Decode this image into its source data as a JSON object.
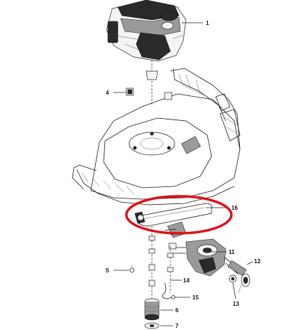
{
  "diagram": {
    "highlight_color": "#e0101a",
    "callouts": [
      {
        "id": "part-1",
        "label": "1"
      },
      {
        "id": "part-4",
        "label": "4"
      },
      {
        "id": "part-16",
        "label": "16"
      },
      {
        "id": "part-11",
        "label": "11"
      },
      {
        "id": "part-5",
        "label": "5"
      },
      {
        "id": "part-12",
        "label": "12"
      },
      {
        "id": "part-14",
        "label": "14"
      },
      {
        "id": "part-15",
        "label": "15"
      },
      {
        "id": "part-6",
        "label": "6"
      },
      {
        "id": "part-13",
        "label": "13"
      },
      {
        "id": "part-7",
        "label": "7"
      }
    ]
  }
}
